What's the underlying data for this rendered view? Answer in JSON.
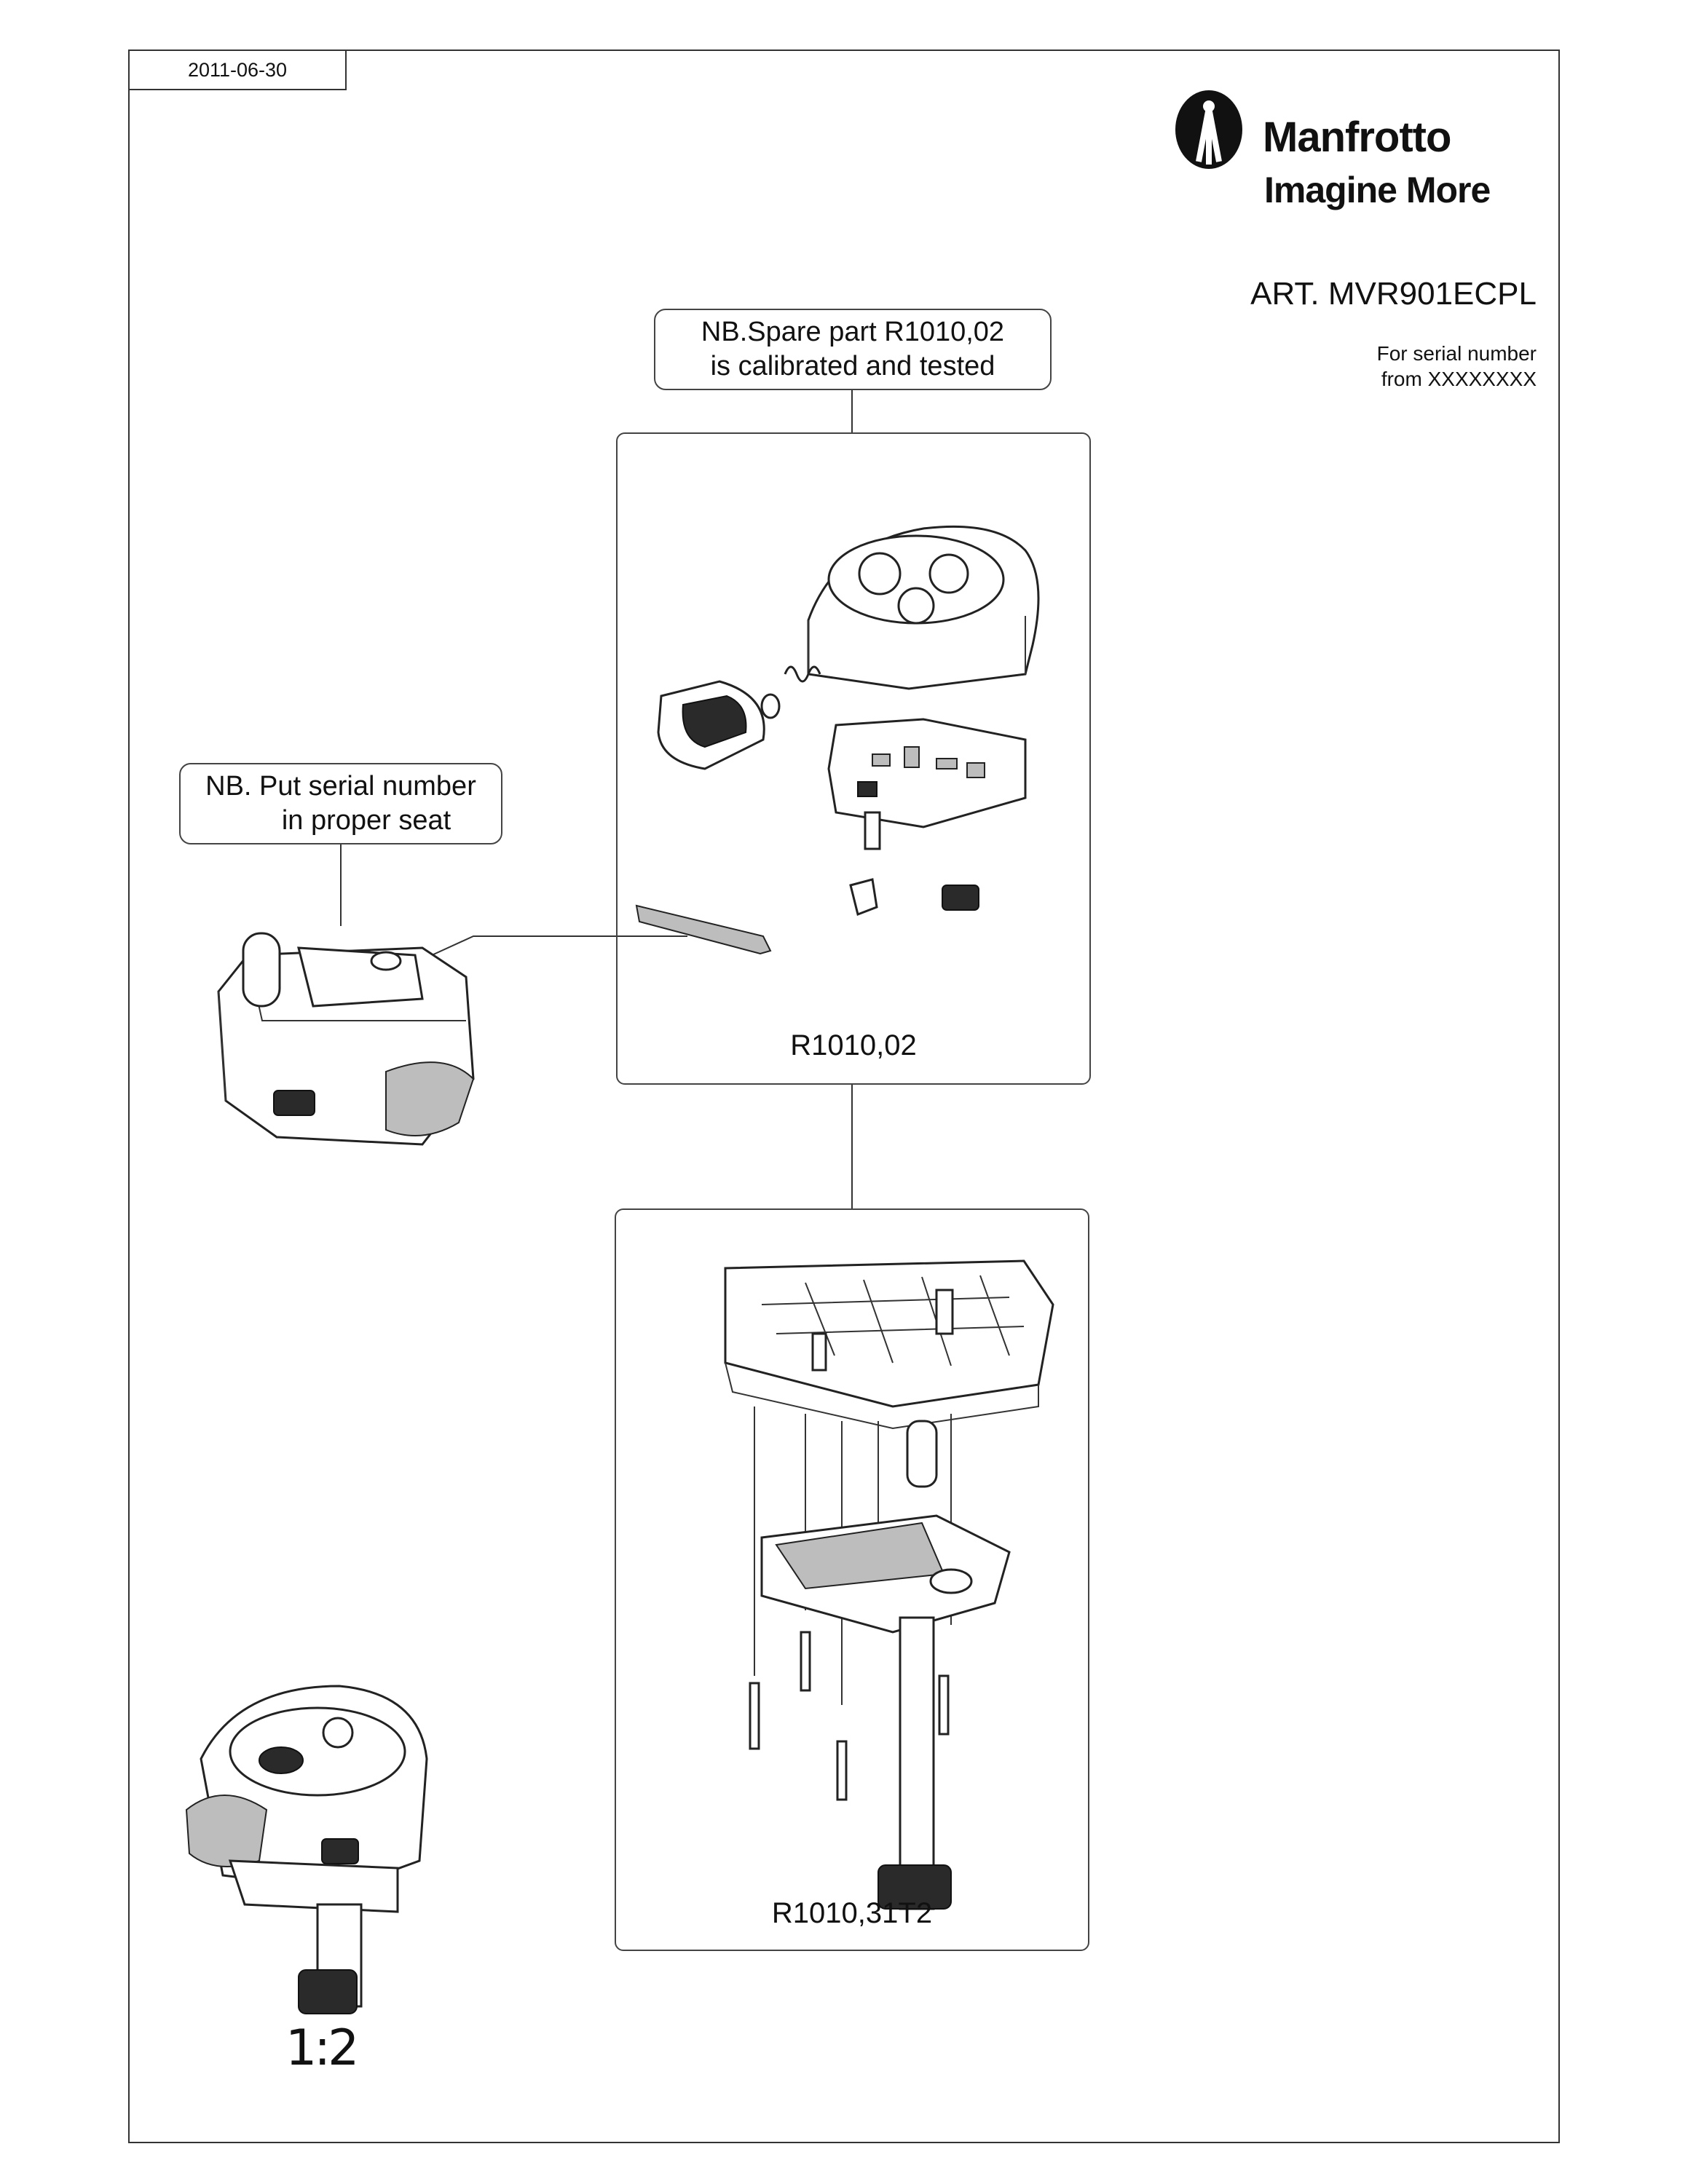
{
  "header": {
    "date": "2011-06-30",
    "brand": "Manfrotto",
    "tagline": "Imagine More",
    "article": "ART. MVR901ECPL",
    "serial_line1": "For serial number",
    "serial_line2": "from XXXXXXXX"
  },
  "notes": {
    "spare_line1": "NB.Spare part R1010,02",
    "spare_line2": "is calibrated and tested",
    "serial_line1": "NB. Put serial number",
    "serial_line2": "in proper seat"
  },
  "panels": {
    "upper_label": "R1010,02",
    "lower_label": "R1010,31T2"
  },
  "scale": "1:2",
  "icons": [
    "tripod-logo-icon"
  ]
}
